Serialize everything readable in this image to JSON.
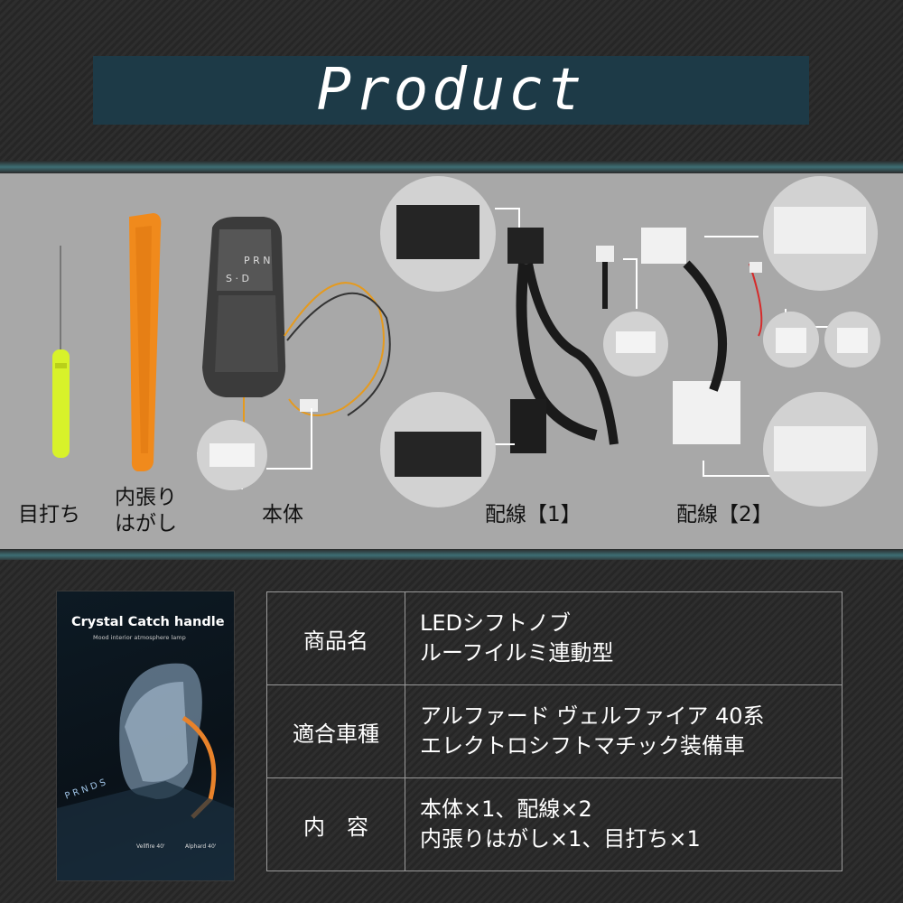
{
  "header": {
    "title": "Product"
  },
  "items": {
    "meuchi": "目打ち",
    "uchibari_line1": "内張り",
    "uchibari_line2": "はがし",
    "hontai": "本体",
    "haisen1": "配線【1】",
    "haisen2": "配線【2】"
  },
  "box": {
    "title": "Crystal Catch handle",
    "subtitle": "Mood interior atmosphere lamp",
    "gear_letters": "P R N D S",
    "model1": "Vellfire 40'",
    "model2": "Alphard 40'"
  },
  "spec": {
    "rows": [
      {
        "label": "商品名",
        "line1": "LEDシフトノブ",
        "line2": "ルーフイルミ連動型"
      },
      {
        "label": "適合車種",
        "line1": "アルファード ヴェルファイア 40系",
        "line2": "エレクトロシフトマチック装備車"
      },
      {
        "label": "内　容",
        "line1": "本体×1、配線×2",
        "line2": "内張りはがし×1、目打ち×1"
      }
    ]
  },
  "colors": {
    "title_bg": "#1d3a47",
    "panel_bg": "#a8a8a8",
    "accent_orange": "#f08a1c",
    "awl_yellow": "#d8f22a"
  }
}
